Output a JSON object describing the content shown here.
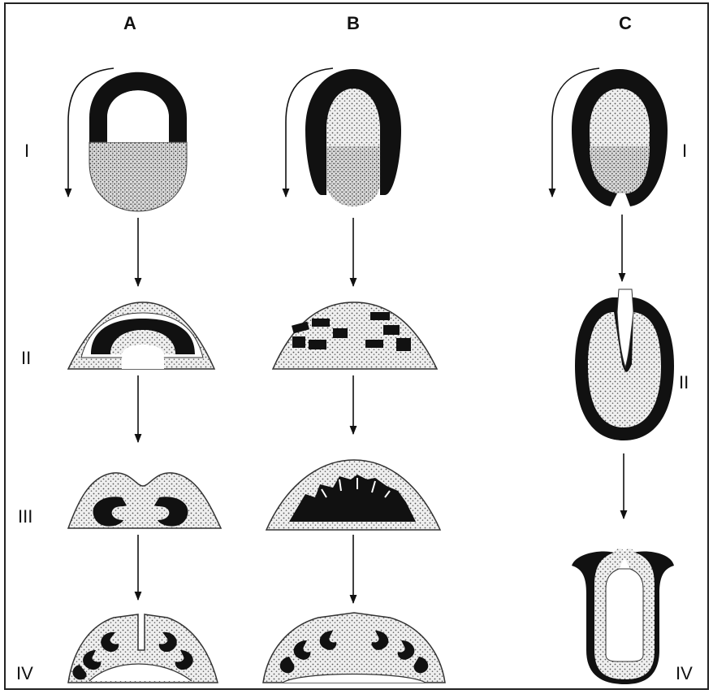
{
  "columns": [
    {
      "id": "A",
      "label": "A"
    },
    {
      "id": "B",
      "label": "B"
    },
    {
      "id": "C",
      "label": "C"
    }
  ],
  "stages": {
    "I": "I",
    "II": "II",
    "III": "III",
    "IV": "IV"
  },
  "colors": {
    "ink": "#111111",
    "stipple": "#e9e9e9",
    "background": "#ffffff"
  }
}
